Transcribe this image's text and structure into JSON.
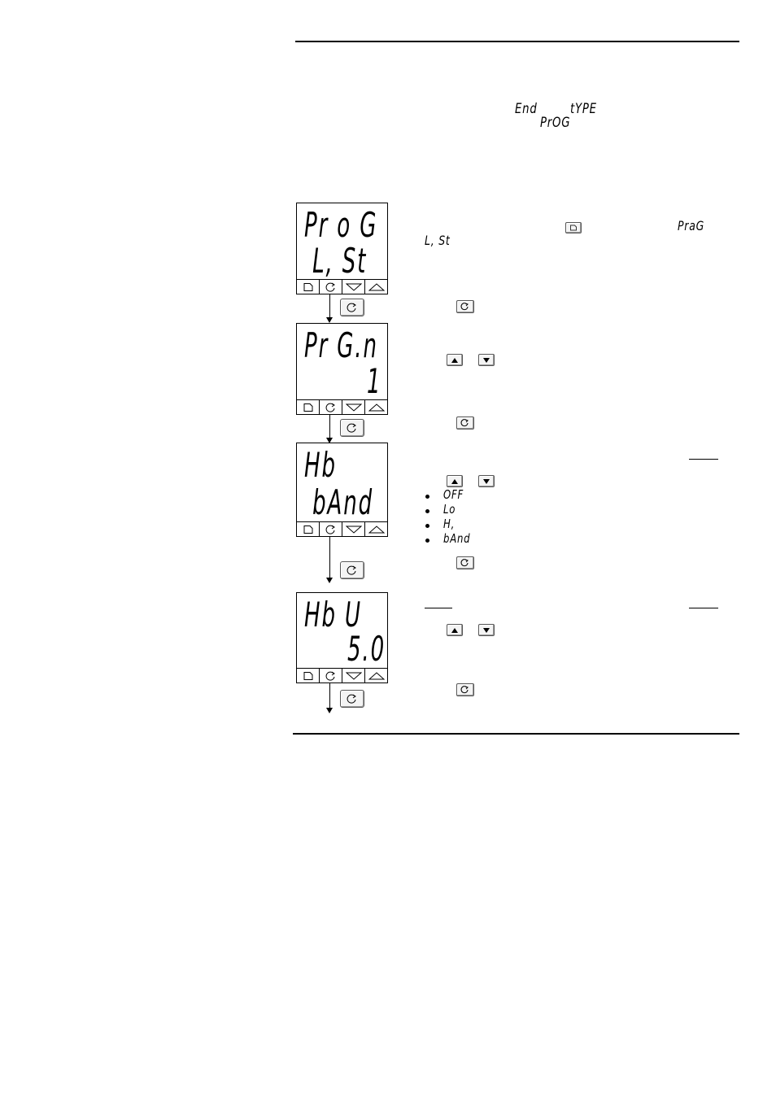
{
  "intro": {
    "param_end": "End",
    "param_type": "tYPE",
    "param_prog": "PrOG"
  },
  "steps": [
    {
      "display_top": "Pr o G",
      "display_bottom": " L, St",
      "text_code": "PraG",
      "text_code2": "L, St",
      "page_icon": "page-key-icon",
      "scroll_icon": "scroll-key-icon"
    },
    {
      "display_top": "Pr G.n",
      "display_bottom": "1",
      "up_icon": "raise-key-icon",
      "down_icon": "lower-key-icon",
      "scroll_icon": "scroll-key-icon"
    },
    {
      "display_top": "Hb",
      "display_bottom": " bAnd",
      "up_icon": "raise-key-icon",
      "down_icon": "lower-key-icon",
      "options": [
        "OFF",
        "Lo",
        "H,",
        "bAnd"
      ],
      "scroll_icon": "scroll-key-icon"
    },
    {
      "display_top": "Hb U",
      "display_bottom": "5.0",
      "up_icon": "raise-key-icon",
      "down_icon": "lower-key-icon",
      "scroll_icon": "scroll-key-icon"
    }
  ]
}
